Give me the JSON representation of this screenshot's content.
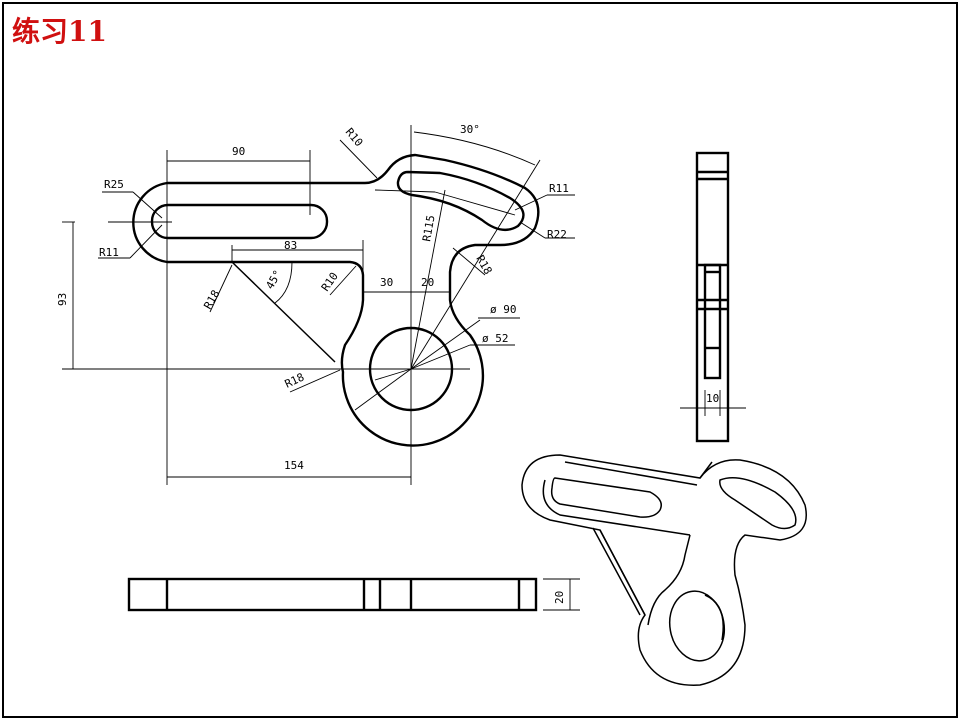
{
  "title": "练习11",
  "dimensions": {
    "len90": "90",
    "r25": "R25",
    "r11_left": "R11",
    "h93": "93",
    "len83": "83",
    "r18_top": "R18",
    "angle45": "45°",
    "r10_lower": "R10",
    "r10_upper": "R10",
    "angle30": "30°",
    "r115": "R115",
    "r11_right": "R11",
    "r22": "R22",
    "r18_arm": "R18",
    "len30": "30",
    "len20": "20",
    "dia90": "ø 90",
    "dia52": "ø 52",
    "r18_bottom": "R18",
    "len154": "154",
    "thick10": "10",
    "height20": "20"
  }
}
